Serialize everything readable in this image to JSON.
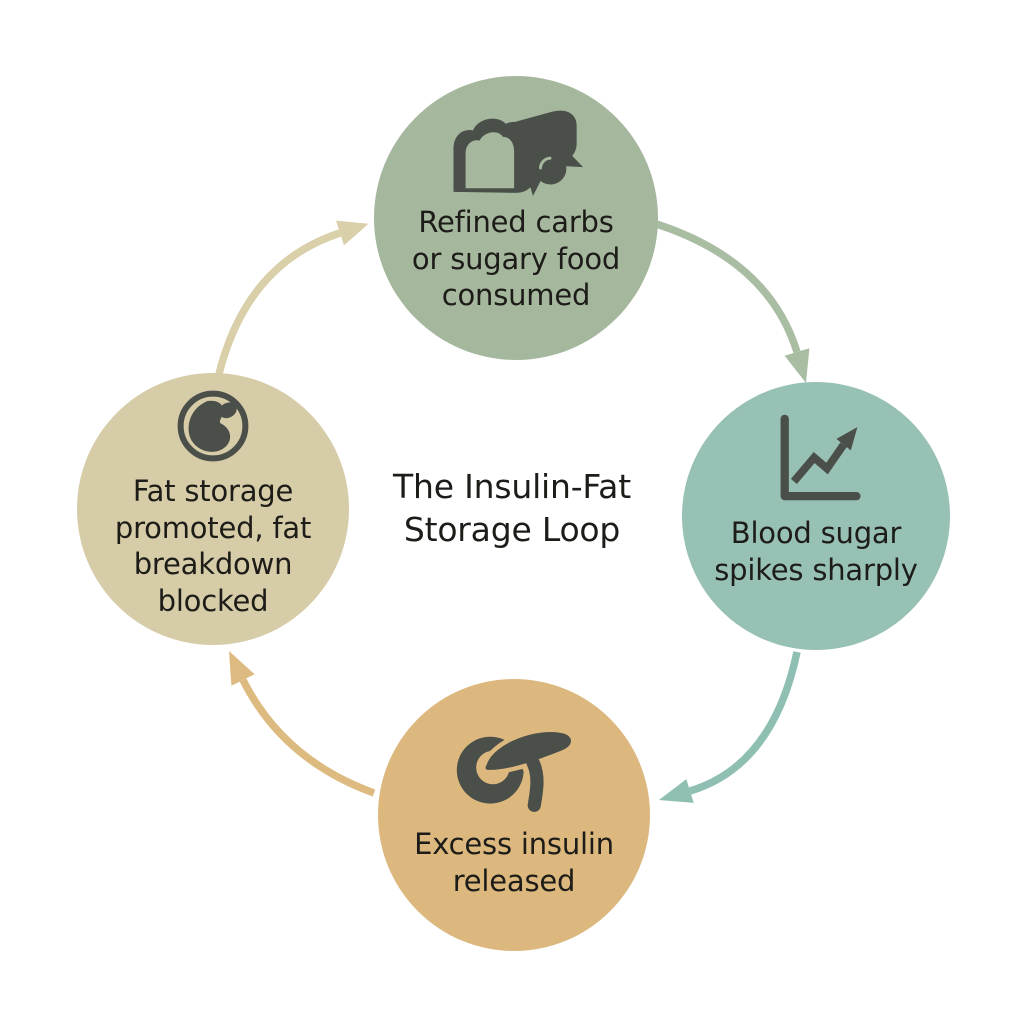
{
  "title": {
    "text": "The Insulin-Fat\nStorage Loop"
  },
  "nodes": [
    {
      "name": "refined-carbs",
      "label": "Refined carbs\nor sugary food\nconsumed",
      "color": "#a5b89e",
      "icon": "bread-and-candy-icon"
    },
    {
      "name": "blood-sugar",
      "label": "Blood sugar\nspikes sharply",
      "color": "#97c1b4",
      "icon": "rising-line-chart-icon"
    },
    {
      "name": "excess-insulin",
      "label": "Excess insulin\nreleased",
      "color": "#dcb87f",
      "icon": "pancreas-icon"
    },
    {
      "name": "fat-storage",
      "label": "Fat storage\npromoted, fat\nbreakdown\nblocked",
      "color": "#d6cca7",
      "icon": "fat-cell-icon"
    }
  ],
  "arrows": [
    {
      "from": "refined-carbs",
      "to": "blood-sugar",
      "color": "#a9bda3",
      "direction": "clockwise"
    },
    {
      "from": "blood-sugar",
      "to": "excess-insulin",
      "color": "#8fbfb2",
      "direction": "clockwise"
    },
    {
      "from": "excess-insulin",
      "to": "fat-storage",
      "color": "#ddbb80",
      "direction": "clockwise"
    },
    {
      "from": "fat-storage",
      "to": "refined-carbs",
      "color": "#d9cfa9",
      "direction": "clockwise"
    }
  ],
  "icon_color": "#4b4f4a",
  "text_color": "#1d1c18",
  "background_color": "#ffffff"
}
